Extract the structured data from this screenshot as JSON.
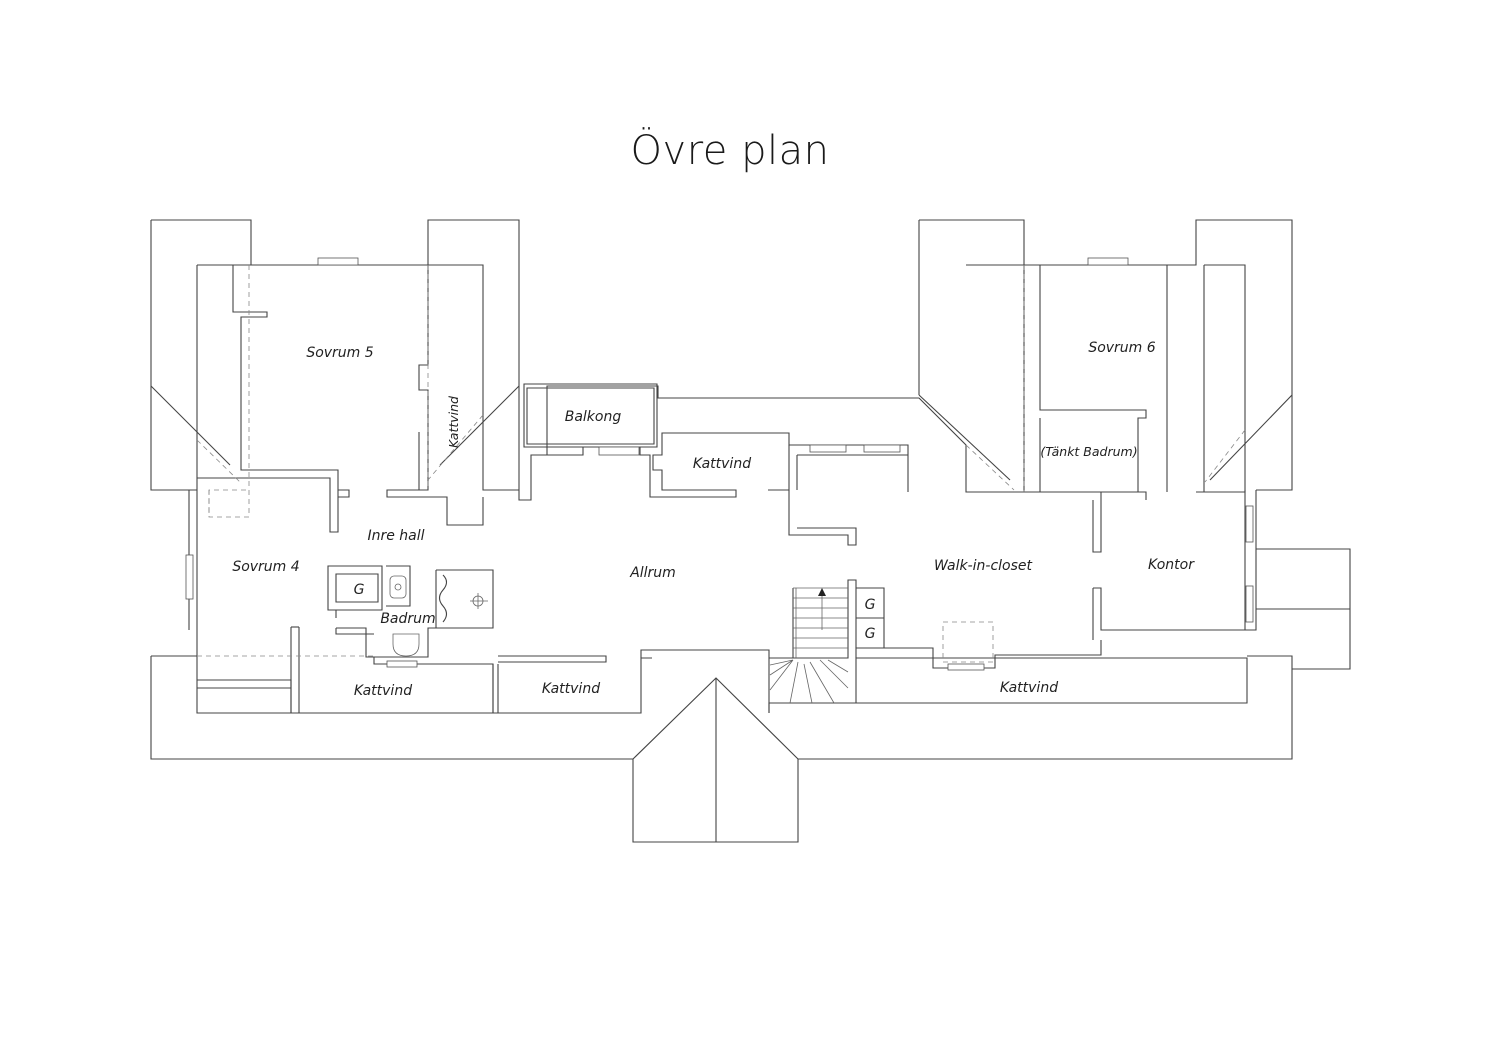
{
  "title": "Övre plan",
  "rooms": {
    "sovrum5": "Sovrum 5",
    "kattvind_vertical": "Kattvind",
    "balkong": "Balkong",
    "kattvind_center_top": "Kattvind",
    "sovrum6": "Sovrum 6",
    "tankt_badrum": "(Tänkt Badrum)",
    "inre_hall": "Inre hall",
    "sovrum4": "Sovrum 4",
    "allrum": "Allrum",
    "walk_in_closet": "Walk-in-closet",
    "kontor": "Kontor",
    "badrum": "Badrum",
    "kattvind_bottom_left": "Kattvind",
    "kattvind_bottom_mid": "Kattvind",
    "kattvind_bottom_right": "Kattvind"
  },
  "fixtures": {
    "closet_left": "G",
    "closet_right_top": "G",
    "closet_right_bottom": "G"
  }
}
